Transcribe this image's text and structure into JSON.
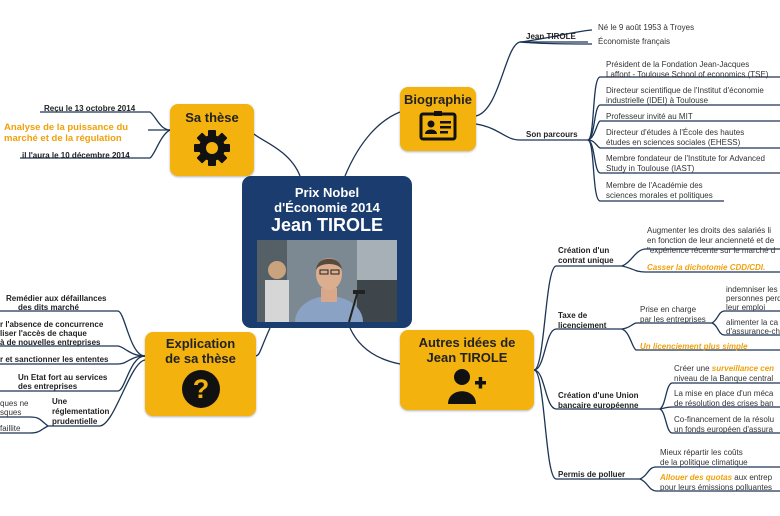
{
  "center": {
    "line1": "Prix Nobel",
    "line2": "d'Économie 2014",
    "name": "Jean TIROLE"
  },
  "topics": {
    "these": {
      "label": "Sa thèse"
    },
    "bio": {
      "label": "Biographie"
    },
    "expl": {
      "label1": "Explication",
      "label2": "de sa thèse"
    },
    "autres": {
      "label1": "Autres idées de",
      "label2": "Jean TIROLE"
    }
  },
  "these_items": {
    "recu": "Reçu le 13 octobre 2014",
    "analyse1": "Analyse de la puissance du",
    "analyse2": "marché et de la régulation",
    "aura": "il l'aura le 10 décembre 2014"
  },
  "bio_items": {
    "jt": "Jean TIROLE",
    "ne": "Né le 9 août 1953 à Troyes",
    "eco": "Économiste français",
    "parcours": "Son parcours",
    "p1a": "Président de la Fondation Jean-Jacques",
    "p1b": "Laffont - Toulouse School of economics (TSE)",
    "p2a": "Directeur scientifique de l'Institut d'économie",
    "p2b": "industrielle (IDEI) à Toulouse",
    "p3": "Professeur invité au MIT",
    "p4a": "Directeur d'études à l'École des hautes",
    "p4b": "études en sciences sociales (EHESS)",
    "p5a": "Membre fondateur de l'Institute for Advanced",
    "p5b": "Study in Toulouse (IAST)",
    "p6a": "Membre de l'Académie des",
    "p6b": "sciences morales et politiques"
  },
  "expl_items": {
    "r1a": "Remédier aux défaillances",
    "r1b": "des dits marché",
    "r2a": "r l'absence de concurrence",
    "r2b": "liser l'accès de chaque",
    "r2c": "à de nouvelles entreprises",
    "r3": "r et sanctionner les ententes",
    "r4a": "Un Etat fort au services",
    "r4b": "des entreprises",
    "r5a": "Une",
    "r5b": "réglementation",
    "r5c": "prudentielle",
    "r6a": "ques ne",
    "r6b": "sques",
    "r7": "faillite"
  },
  "autres_items": {
    "c1a": "Création d'un",
    "c1b": "contrat unique",
    "c1t1": "Augmenter les droits des salariés li",
    "c1t2": "en fonction de leur ancienneté et de",
    "c1t3": "\"expérience récente sur le marché d",
    "c1o": "Casser la dichotomie CDD/CDI.",
    "tx1": "Taxe de",
    "tx2": "licenciement",
    "pc1": "Prise en charge",
    "pc2": "par les entreprises",
    "ind1": "indemniser les",
    "ind2": "personnes perd",
    "ind3": "leur emploi",
    "al1": "alimenter la ca",
    "al2": "d'assurance-ch",
    "lic": "Un licenciement plus simple",
    "cb1": "Création d'une Union",
    "cb2": "bancaire européenne",
    "cr1a": "Créer une ",
    "cr1o": "surveillance cen",
    "cr1b": "niveau de la Banque central",
    "cr2a": "La mise en place d'un méca",
    "cr2b": "de résolution des crises ban",
    "cr3a": "Co-financement de la résolu",
    "cr3b": "un fonds européen d'assura",
    "pp": "Permis de polluer",
    "pp1a": "Mieux répartir les coûts",
    "pp1b": "de la politique climatique",
    "pp2o": "Allouer des quotas",
    "pp2a": " aux entrep",
    "pp2b": "pour leurs émissions polluantes"
  },
  "colors": {
    "navy": "#1a3c6e",
    "gold": "#f4b20e",
    "orange": "#f0a10a",
    "line": "#1c3554"
  }
}
